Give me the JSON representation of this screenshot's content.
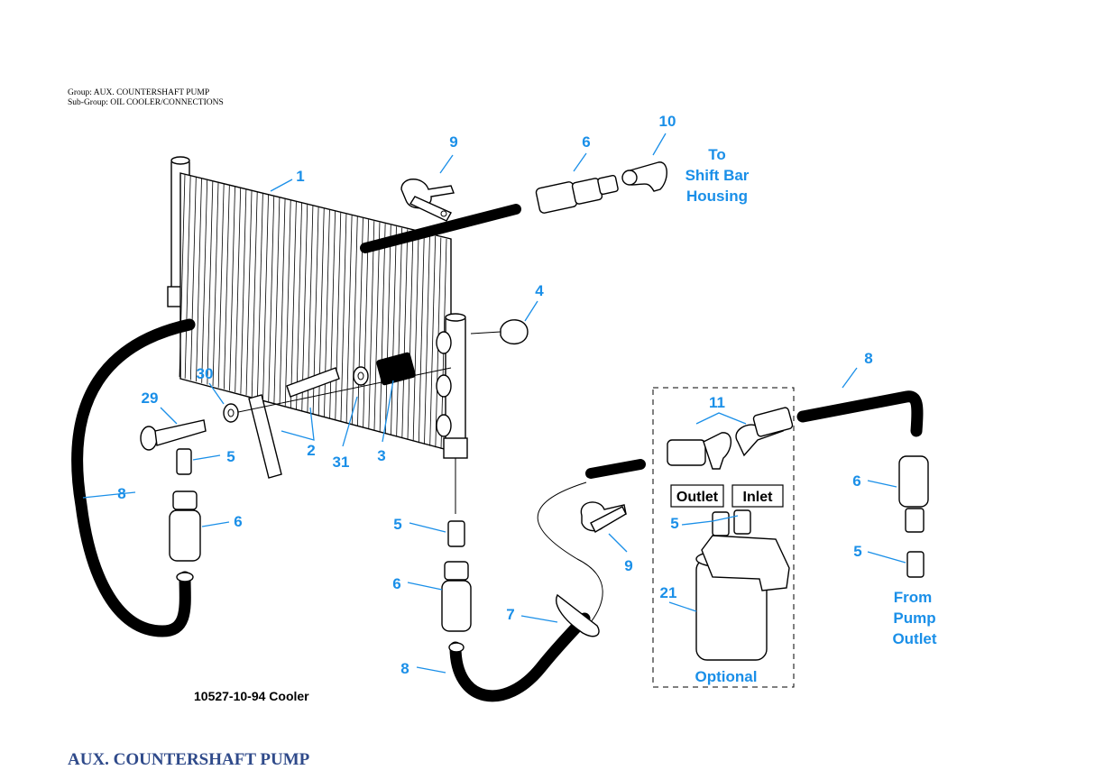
{
  "header": {
    "group": "Group: AUX. COUNTERSHAFT PUMP",
    "subgroup": "Sub-Group: OIL COOLER/CONNECTIONS"
  },
  "callouts": {
    "c1": "1",
    "c2": "2",
    "c3": "3",
    "c4": "4",
    "c5a": "5",
    "c5b": "5",
    "c5c": "5",
    "c5d": "5",
    "c6a": "6",
    "c6b": "6",
    "c6c": "6",
    "c6d": "6",
    "c7": "7",
    "c8a": "8",
    "c8b": "8",
    "c8c": "8",
    "c9a": "9",
    "c9b": "9",
    "c10": "10",
    "c11": "11",
    "c21": "21",
    "c29": "29",
    "c30": "30",
    "c31": "31"
  },
  "notes": {
    "to_line1": "To",
    "to_line2": "Shift Bar",
    "to_line3": "Housing",
    "from_line1": "From",
    "from_line2": "Pump",
    "from_line3": "Outlet",
    "optional": "Optional",
    "outlet": "Outlet",
    "inlet": "Inlet"
  },
  "figure_caption": "10527-10-94 Cooler",
  "section_title": "AUX. COUNTERSHAFT PUMP",
  "colors": {
    "callout": "#1a8fe8",
    "section_title": "#2f4a8a"
  }
}
